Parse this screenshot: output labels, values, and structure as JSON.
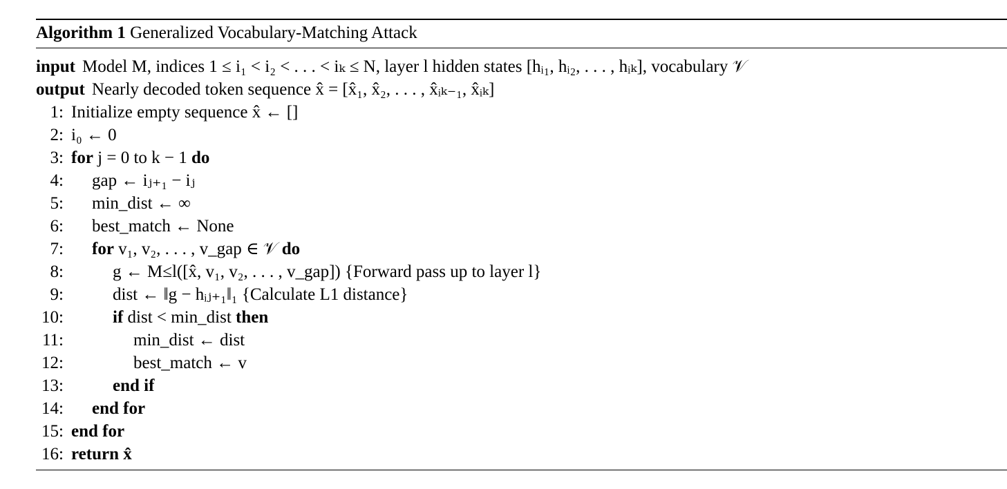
{
  "caption": {
    "label": "Algorithm 1",
    "title": "Generalized Vocabulary-Matching Attack"
  },
  "io": {
    "input_kw": "input",
    "input_text": "Model M, indices 1 ≤ i₁ < i₂ < . . . < iₖ ≤ N, layer l hidden states [hᵢ₁, hᵢ₂, . . . , hᵢₖ], vocabulary 𝒱",
    "output_kw": "output",
    "output_text": "Nearly decoded token sequence x̂ = [x̂₁, x̂₂, . . . , x̂ᵢₖ₋₁, x̂ᵢₖ]"
  },
  "lines": [
    {
      "num": "1:",
      "text": "Initialize empty sequence x̂ ← []"
    },
    {
      "num": "2:",
      "text": "i₀ ← 0"
    },
    {
      "num": "3:",
      "kw1": "for",
      "text": "j = 0 to k − 1",
      "kw2": "do"
    },
    {
      "num": "4:",
      "text": "gap ← iⱼ₊₁ − iⱼ"
    },
    {
      "num": "5:",
      "text": "min_dist ← ∞"
    },
    {
      "num": "6:",
      "text": "best_match ← None"
    },
    {
      "num": "7:",
      "kw1": "for",
      "text": "v₁, v₂, . . . , v_gap ∈ 𝒱",
      "kw2": "do"
    },
    {
      "num": "8:",
      "text": "g ← M≤l([x̂, v₁, v₂, . . . , v_gap]) {Forward pass up to layer l}"
    },
    {
      "num": "9:",
      "text": "dist ← ‖g − hᵢⱼ₊₁‖₁ {Calculate L1 distance}"
    },
    {
      "num": "10:",
      "kw1": "if",
      "text": "dist < min_dist",
      "kw2": "then"
    },
    {
      "num": "11:",
      "text": "min_dist ← dist"
    },
    {
      "num": "12:",
      "text": "best_match ← v"
    },
    {
      "num": "13:",
      "kw1": "end if"
    },
    {
      "num": "14:",
      "kw1": "end for"
    },
    {
      "num": "15:",
      "kw1": "end for"
    },
    {
      "num": "16:",
      "kw1": "return",
      "text": "x̂"
    }
  ]
}
